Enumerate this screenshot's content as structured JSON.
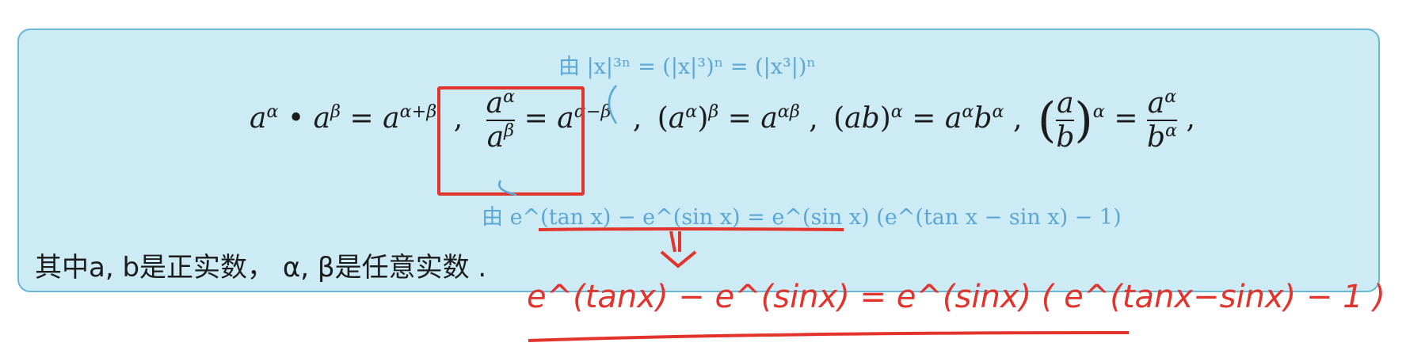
{
  "note_top": "由 |x|³ⁿ = (|x|³)ⁿ = (|x³|)ⁿ",
  "formula_line": {
    "f1": "a^α · a^β = a^(α+β)",
    "f2_num": "a^α",
    "f2_den": "a^β",
    "f2_rhs": "= a^(α−β)",
    "f3": "(a^α)^β = a^(αβ)",
    "f4": "(ab)^α = a^α b^α",
    "f5_num": "a",
    "f5_den": "b",
    "f5_rhs_num": "a^α",
    "f5_rhs_den": "b^α"
  },
  "note_bottom": "由 e^(tan x) − e^(sin x) = e^(sin x) (e^(tan x − sin x) − 1)",
  "chinese_text": "其中a, b是正实数， α, β是任意实数 .",
  "handwritten": "e^(tanx) − e^(sinx) = e^(sinx) ( e^(tanx−sinx) − 1 )",
  "colors": {
    "box_bg": "#cdebf5",
    "box_border": "#6ab7d6",
    "annotation_blue": "#5aa7d6",
    "pen_red": "#e2332c"
  }
}
